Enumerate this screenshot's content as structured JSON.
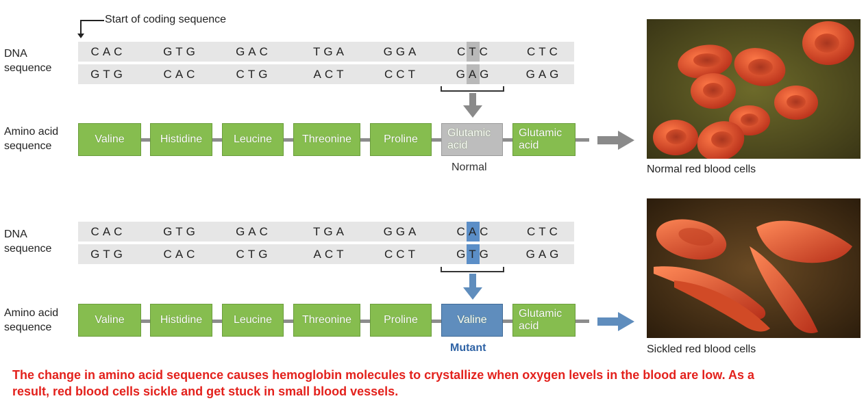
{
  "start_label": "Start of coding sequence",
  "normal": {
    "dna_label": "DNA\nsequence",
    "top_strand": [
      "CAC",
      "GTG",
      "GAC",
      "TGA",
      "GGA",
      "CTC",
      "CTC"
    ],
    "bottom_strand": [
      "GTG",
      "CAC",
      "CTG",
      "ACT",
      "CCT",
      "GAG",
      "GAG"
    ],
    "amino_label": "Amino acid\nsequence",
    "amino_acids": [
      "Valine",
      "Histidine",
      "Leucine",
      "Threonine",
      "Proline",
      "Glutamic acid",
      "Glutamic acid"
    ],
    "status_label": "Normal",
    "photo_caption": "Normal red blood cells"
  },
  "mutant": {
    "dna_label": "DNA\nsequence",
    "top_strand": [
      "CAC",
      "GTG",
      "GAC",
      "TGA",
      "GGA",
      "CAC",
      "CTC"
    ],
    "bottom_strand": [
      "GTG",
      "CAC",
      "CTG",
      "ACT",
      "CCT",
      "GTG",
      "GAG"
    ],
    "amino_label": "Amino acid\nsequence",
    "amino_acids": [
      "Valine",
      "Histidine",
      "Leucine",
      "Threonine",
      "Proline",
      "Valine",
      "Glutamic acid"
    ],
    "status_label": "Mutant",
    "photo_caption": "Sickled red blood cells"
  },
  "bottom_text": "The change in amino acid sequence causes hemoglobin molecules to crystallize when oxygen levels in the blood are low. As a result, red blood cells sickle and get stuck in small blood vessels.",
  "colors": {
    "amino_green": "#86bd4f",
    "normal_grey": "#bdbdbd",
    "mutant_blue": "#5f8dbd",
    "caption_red": "#e3211c"
  }
}
